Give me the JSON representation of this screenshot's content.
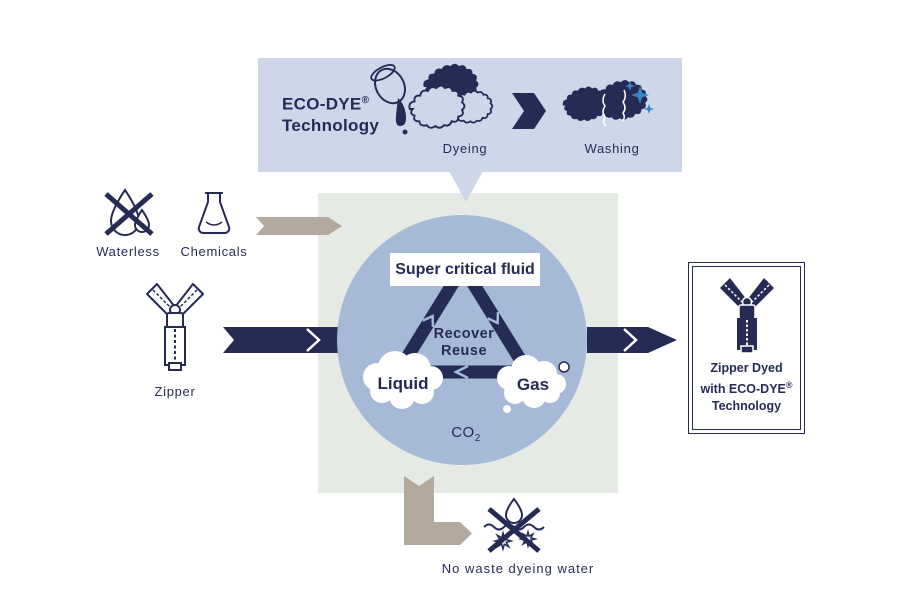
{
  "colors": {
    "navy": "#262b56",
    "banner_blue": "#cdd7e9",
    "circle_blue": "#a6bad7",
    "square_green": "#e5eae4",
    "arrow_beige": "#b3a99d",
    "sparkle_blue": "#3584c6"
  },
  "banner": {
    "brand": "ECO-DYE",
    "reg": "®",
    "brand2": "Technology",
    "dyeing_label": "Dyeing",
    "washing_label": "Washing"
  },
  "inputs": {
    "waterless_label": "Waterless",
    "chemicals_label": "Chemicals",
    "zipper_label": "Zipper"
  },
  "circle": {
    "supercritical_label": "Super critical fluid",
    "recover_line1": "Recover",
    "recover_line2": "Reuse",
    "liquid_label": "Liquid",
    "gas_label": "Gas",
    "co2_base": "CO",
    "co2_sub": "2"
  },
  "result": {
    "line1": "Zipper Dyed",
    "line2_pre": "with ECO-DYE",
    "reg": "®",
    "line3": "Technology"
  },
  "bottom": {
    "no_waste_label": "No waste dyeing water"
  },
  "icons": {
    "waterless": "crossed-out-water-drops",
    "chemicals": "erlenmeyer-flask",
    "zipper_input": "outline-zipper",
    "dyeing": "pitcher-pouring-dye-on-fabric",
    "flow_chevron": "right-chevron-arrow",
    "washing": "clean-fabric-with-sparkles",
    "zipper_output": "navy-dyed-zipper",
    "no_waste": "crossed-out-wastewater"
  }
}
